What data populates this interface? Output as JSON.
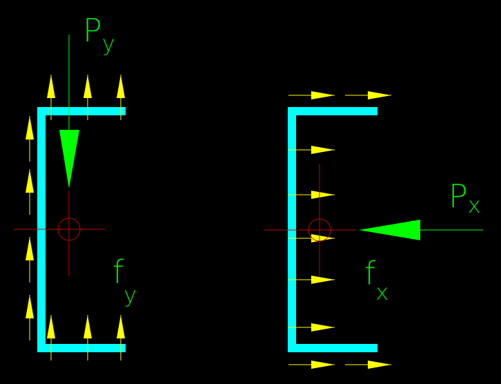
{
  "colors": {
    "section": "#00ffff",
    "distributed_load": "#ffff00",
    "point_load": "#00ff00",
    "centroid": "#cc0000",
    "background": "#000000"
  },
  "left_diagram": {
    "load_label": "P",
    "load_subscript": "y",
    "stress_label": "f",
    "stress_subscript": "y"
  },
  "right_diagram": {
    "load_label": "P",
    "load_subscript": "x",
    "stress_label": "f",
    "stress_subscript": "x"
  }
}
